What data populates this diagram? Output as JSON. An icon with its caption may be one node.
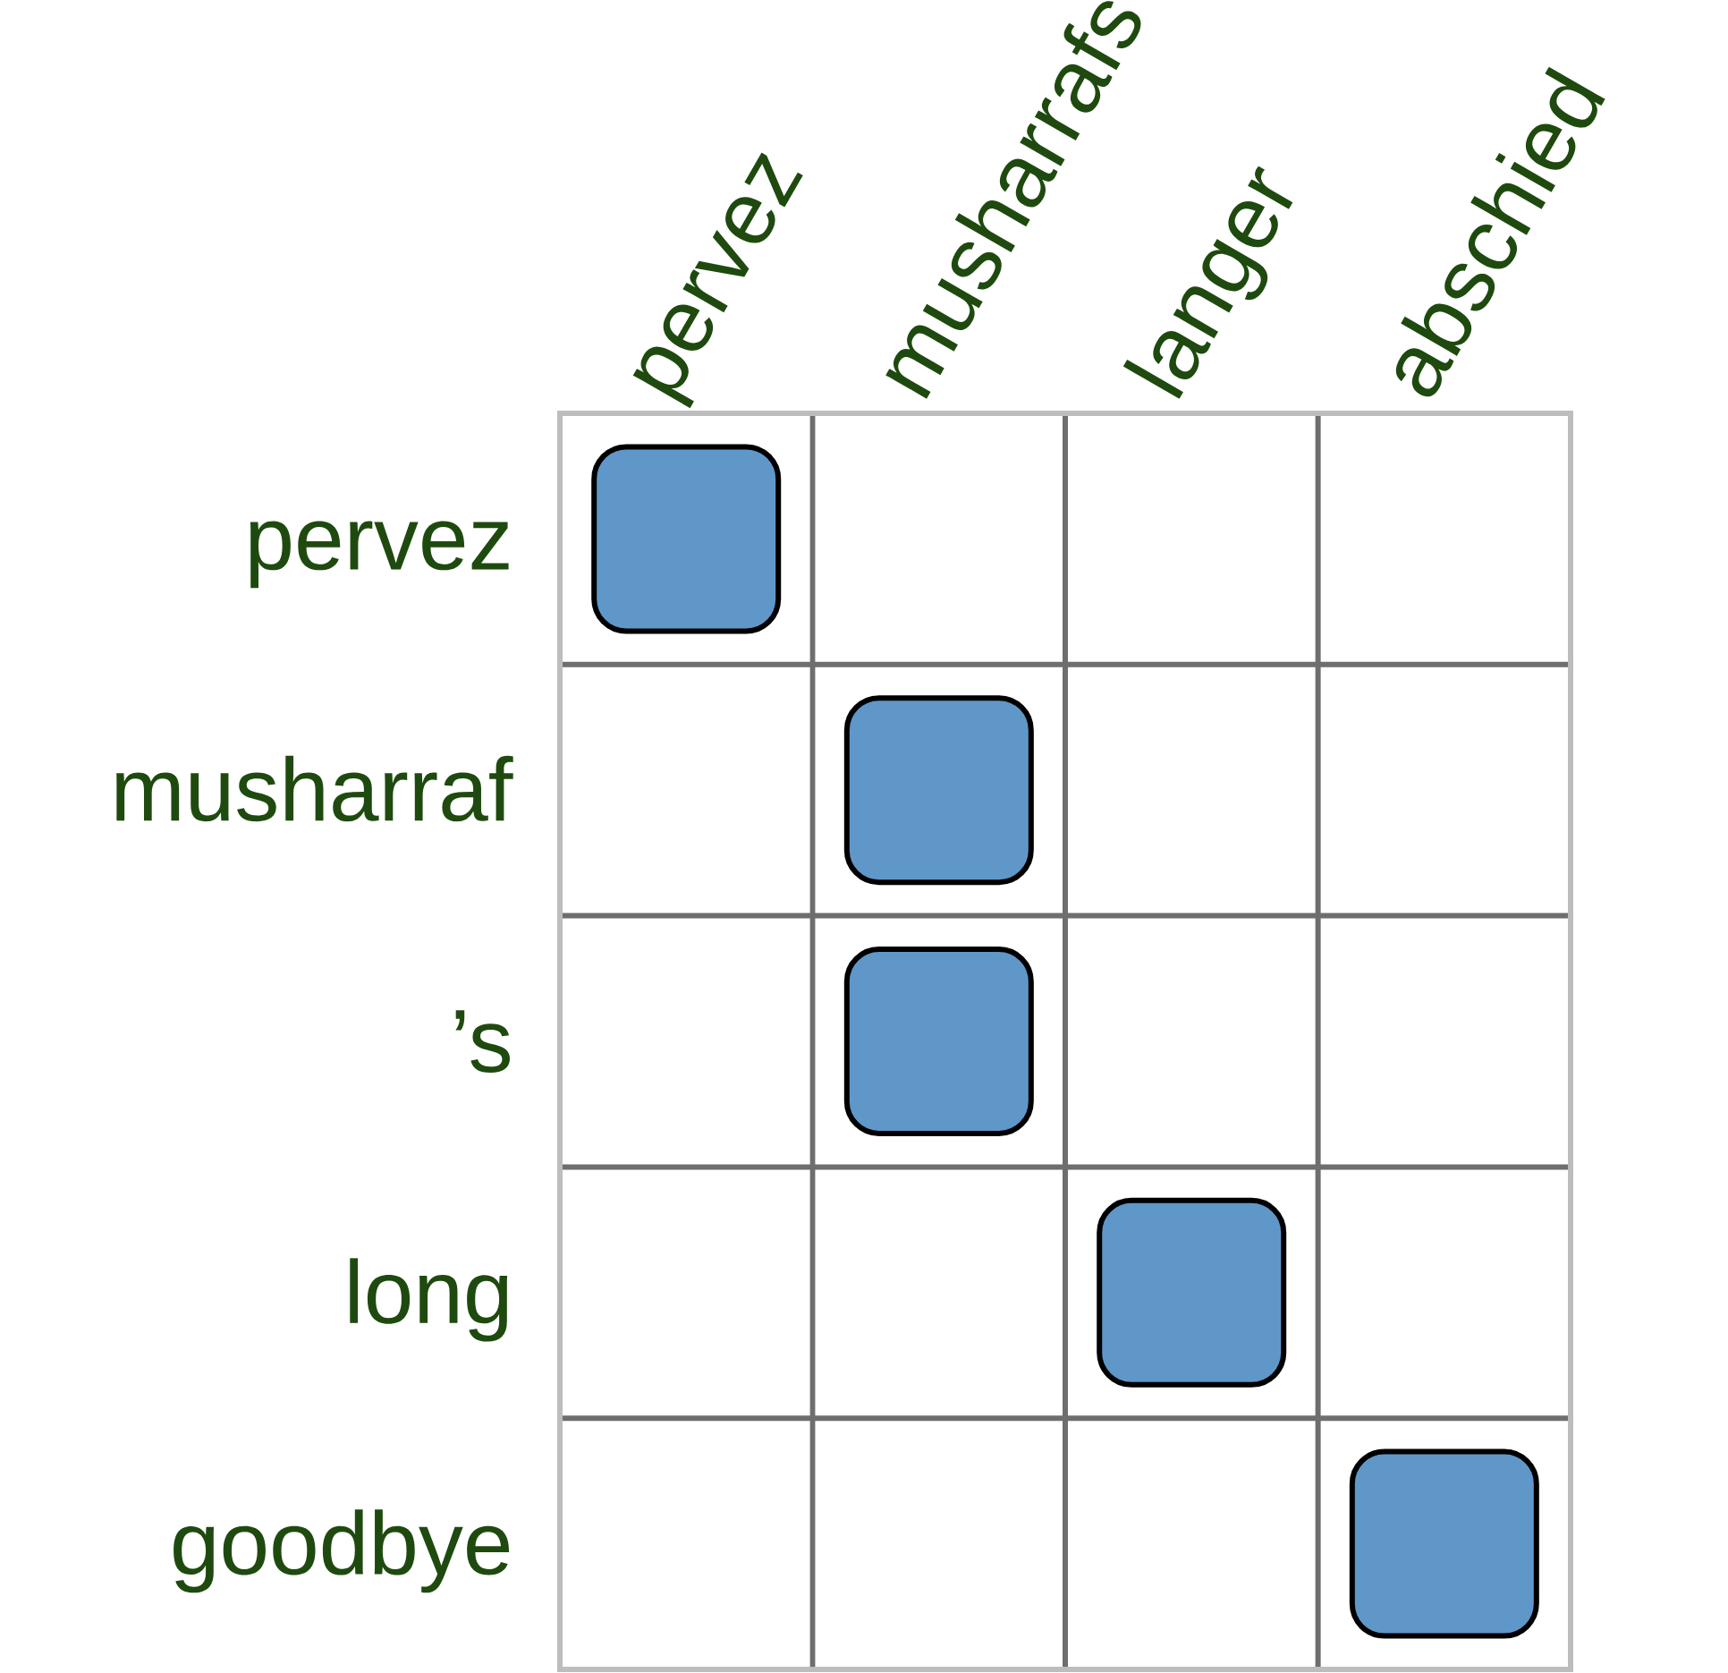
{
  "diagram": {
    "nodes": [
      {
        "text": [],
        "shape": "box"
      },
      {
        "text": [],
        "shape": "box"
      },
      {
        "text": [],
        "shape": "box"
      },
      {
        "text": [],
        "shape": "box"
      },
      {
        "text": [],
        "shape": "box"
      }
    ],
    "labels": [
      "pervez",
      "musharrafs",
      "langer",
      "abschied",
      "pervez",
      "musharraf",
      "’s",
      "long",
      "goodbye"
    ]
  }
}
